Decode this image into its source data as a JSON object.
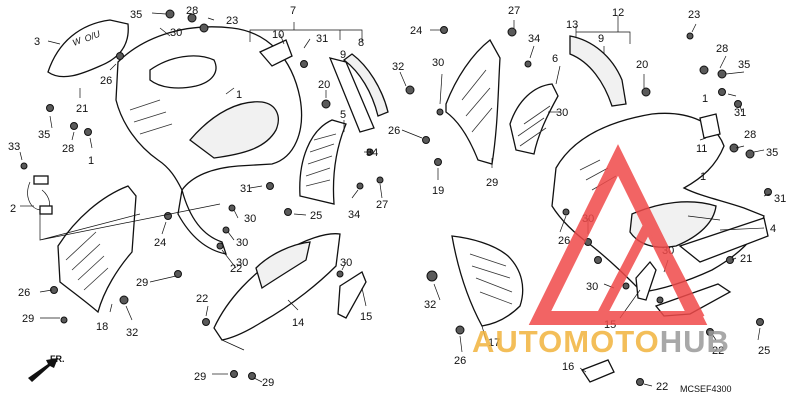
{
  "diagram": {
    "code": "MCSEF4300",
    "direction_label": "FR.",
    "part_callouts": [
      {
        "n": "35"
      },
      {
        "n": "28"
      },
      {
        "n": "23"
      },
      {
        "n": "7"
      },
      {
        "n": "30"
      },
      {
        "n": "10"
      },
      {
        "n": "31"
      },
      {
        "n": "9"
      },
      {
        "n": "8"
      },
      {
        "n": "3"
      },
      {
        "n": "26"
      },
      {
        "n": "21"
      },
      {
        "n": "35"
      },
      {
        "n": "28"
      },
      {
        "n": "1"
      },
      {
        "n": "20"
      },
      {
        "n": "1"
      },
      {
        "n": "5"
      },
      {
        "n": "33"
      },
      {
        "n": "34"
      },
      {
        "n": "2"
      },
      {
        "n": "31"
      },
      {
        "n": "34"
      },
      {
        "n": "27"
      },
      {
        "n": "25"
      },
      {
        "n": "30"
      },
      {
        "n": "24"
      },
      {
        "n": "30"
      },
      {
        "n": "30"
      },
      {
        "n": "22"
      },
      {
        "n": "29"
      },
      {
        "n": "26"
      },
      {
        "n": "29"
      },
      {
        "n": "18"
      },
      {
        "n": "32"
      },
      {
        "n": "22"
      },
      {
        "n": "14"
      },
      {
        "n": "30"
      },
      {
        "n": "15"
      },
      {
        "n": "29"
      },
      {
        "n": "29"
      },
      {
        "n": "24"
      },
      {
        "n": "27"
      },
      {
        "n": "34"
      },
      {
        "n": "13"
      },
      {
        "n": "12"
      },
      {
        "n": "9"
      },
      {
        "n": "23"
      },
      {
        "n": "32"
      },
      {
        "n": "30"
      },
      {
        "n": "6"
      },
      {
        "n": "20"
      },
      {
        "n": "28"
      },
      {
        "n": "35"
      },
      {
        "n": "1"
      },
      {
        "n": "31"
      },
      {
        "n": "30"
      },
      {
        "n": "26"
      },
      {
        "n": "19"
      },
      {
        "n": "29"
      },
      {
        "n": "11"
      },
      {
        "n": "28"
      },
      {
        "n": "35"
      },
      {
        "n": "1"
      },
      {
        "n": "31"
      },
      {
        "n": "30"
      },
      {
        "n": "26"
      },
      {
        "n": "4"
      },
      {
        "n": "21"
      },
      {
        "n": "30"
      },
      {
        "n": "30"
      },
      {
        "n": "32"
      },
      {
        "n": "15"
      },
      {
        "n": "17"
      },
      {
        "n": "25"
      },
      {
        "n": "26"
      },
      {
        "n": "22"
      },
      {
        "n": "16"
      },
      {
        "n": "22"
      }
    ]
  },
  "watermark": {
    "brand": "AUTOMOTOHUB",
    "color_triangle": "#f04a4a",
    "color_text_primary": "#f2b33d",
    "color_text_secondary": "#9a9a9a"
  }
}
